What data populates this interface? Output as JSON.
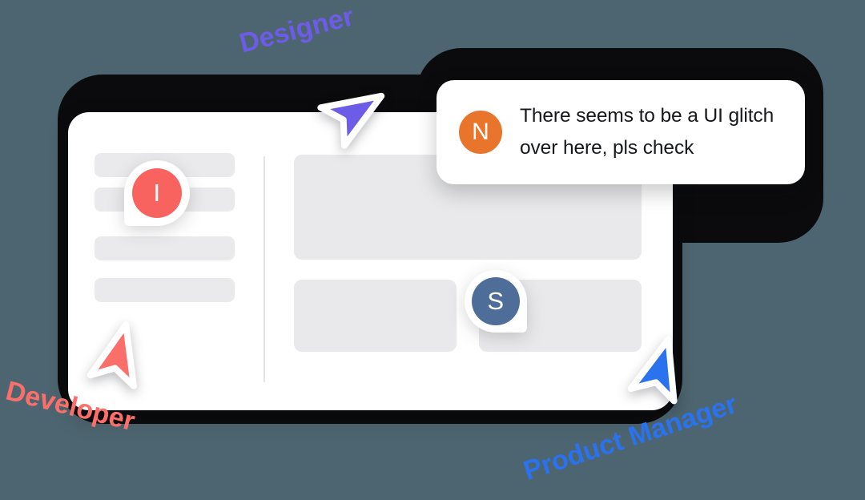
{
  "background": {
    "color": "#4d6570",
    "blob_color": "#0b0b0d"
  },
  "app_panel": {
    "name": "collaboration-app-mock",
    "sidebar": {
      "skeleton_bars": [
        {
          "id": "sidebar-bar-1"
        },
        {
          "id": "sidebar-bar-2"
        },
        {
          "id": "sidebar-bar-3"
        },
        {
          "id": "sidebar-bar-4"
        }
      ]
    },
    "content": {
      "blocks": [
        {
          "id": "content-block-hero"
        },
        {
          "id": "content-block-left"
        },
        {
          "id": "content-block-right"
        }
      ]
    }
  },
  "comment": {
    "avatar_initial": "N",
    "avatar_color": "#e9742c",
    "text": "There seems to be a UI glitch over here, pls check"
  },
  "presence_pins": [
    {
      "id": "pin-i",
      "initial": "I",
      "color": "#f9635f",
      "tail": "bottom-left"
    },
    {
      "id": "pin-s",
      "initial": "S",
      "color": "#4e6e99",
      "tail": "bottom-right"
    }
  ],
  "cursors": [
    {
      "id": "cursor-designer",
      "role": "Designer",
      "color": "#6c5ce7",
      "direction": "up-right"
    },
    {
      "id": "cursor-developer",
      "role": "Developer",
      "color": "#fa6f6a",
      "direction": "up-left"
    },
    {
      "id": "cursor-pm",
      "role": "Product Manager",
      "color": "#2b72ef",
      "direction": "up-left"
    }
  ],
  "labels": {
    "designer": "Designer",
    "developer": "Developer",
    "product_manager": "Product Manager"
  }
}
